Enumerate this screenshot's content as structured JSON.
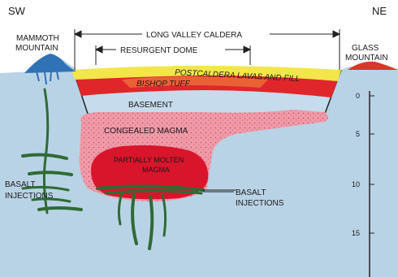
{
  "directions": {
    "left": "SW",
    "right": "NE"
  },
  "labels": {
    "mammoth_line1": "MAMMOTH",
    "mammoth_line2": "MOUNTAIN",
    "glass_line1": "GLASS",
    "glass_line2": "MOUNTAIN",
    "caldera": "LONG VALLEY CALDERA",
    "dome": "RESURGENT DOME",
    "postcaldera": "POSTCALDERA LAVAS AND FILL",
    "bishop_tuff": "BISHOP TUFF",
    "basement": "BASEMENT",
    "congealed_magma": "CONGEALED MAGMA",
    "partially_molten_line1": "PARTIALLY MOLTEN",
    "partially_molten_line2": "MAGMA",
    "basalt_left_line1": "BASALT",
    "basalt_left_line2": "INJECTIONS",
    "basalt_right_line1": "BASALT",
    "basalt_right_line2": "INJECTIONS"
  },
  "depth_scale": {
    "ticks": [
      "0",
      "5",
      "10",
      "15"
    ]
  },
  "colors": {
    "sky": "#ffffff",
    "crust": "#b9d3e6",
    "postcaldera": "#f2e64a",
    "bishop_tuff": "#e0262b",
    "bishop_tuff_light": "#ef7a3c",
    "congealed_magma": "#ef9aa8",
    "molten_magma": "#d8152a",
    "basalt": "#2e6b35",
    "mountain_blue": "#2f73b6",
    "mountain_red": "#d9362e"
  }
}
